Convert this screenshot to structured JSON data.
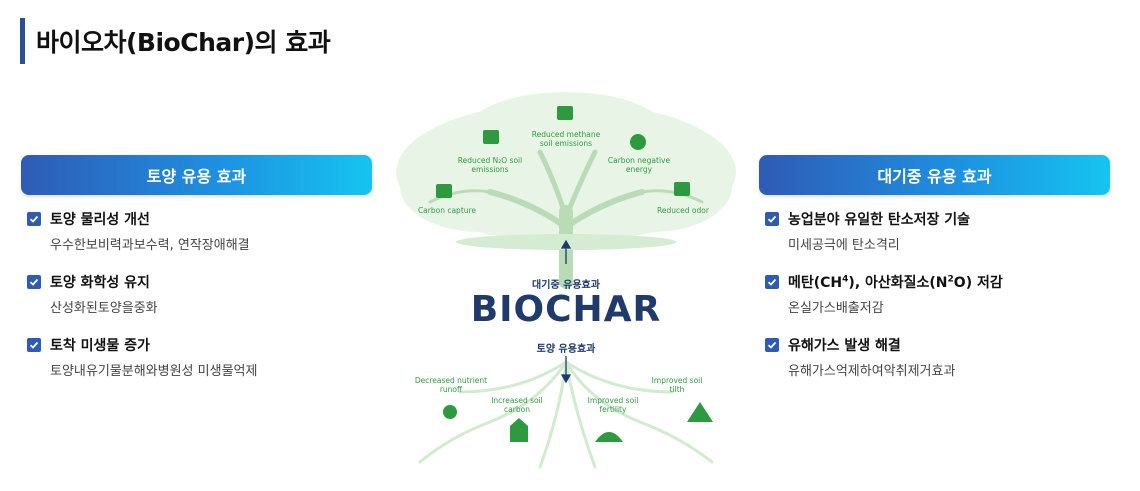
{
  "page": {
    "title": "바이오차(BioChar)의 효과"
  },
  "left_panel": {
    "header": "토양 유용 효과",
    "items": [
      {
        "title": "토양 물리성 개선",
        "desc": "우수한보비력과보수력, 연작장애해결"
      },
      {
        "title": "토양 화학성 유지",
        "desc": "산성화된토양을중화"
      },
      {
        "title": "토착 미생물 증가",
        "desc": "토양내유기물분해와병원성 미생물억제"
      }
    ]
  },
  "right_panel": {
    "header": "대기중 유용 효과",
    "items": [
      {
        "title": "농업분야 유일한 탄소저장 기술",
        "desc": "미세공극에 탄소격리"
      },
      {
        "title_parts": [
          "메탄(CH",
          "4",
          "), 아산화질소(N",
          "2",
          "O) 저감"
        ],
        "desc": "온실가스배출저감"
      },
      {
        "title": "유해가스 발생 해결",
        "desc": "유해가스억제하여악취제거효과"
      }
    ]
  },
  "diagram": {
    "center_word": "BIOCHAR",
    "upper_label": "대기중 유용효과",
    "lower_label": "토양 유용효과",
    "tree_color": "#3aa84a",
    "benefits_top": [
      {
        "line1": "Reduced N₂O soil",
        "line2": "emissions",
        "icon": "n2o-icon"
      },
      {
        "line1": "Reduced methane",
        "line2": "soil emissions",
        "icon": "ch4-icon"
      },
      {
        "line1": "Carbon negative",
        "line2": "energy",
        "icon": "carbon-negative-icon"
      },
      {
        "line1": "Carbon capture",
        "line2": "",
        "icon": "carbon-capture-icon"
      },
      {
        "line1": "Reduced odor",
        "line2": "",
        "icon": "odor-icon"
      }
    ],
    "benefits_bottom": [
      {
        "line1": "Decreased nutrient",
        "line2": "runoff",
        "icon": "nutrient-icon"
      },
      {
        "line1": "Increased soil",
        "line2": "carbon",
        "icon": "soil-carbon-icon"
      },
      {
        "line1": "Improved soil",
        "line2": "fertility",
        "icon": "fertility-icon"
      },
      {
        "line1": "Improved soil",
        "line2": "tilth",
        "icon": "tilth-icon"
      }
    ]
  }
}
